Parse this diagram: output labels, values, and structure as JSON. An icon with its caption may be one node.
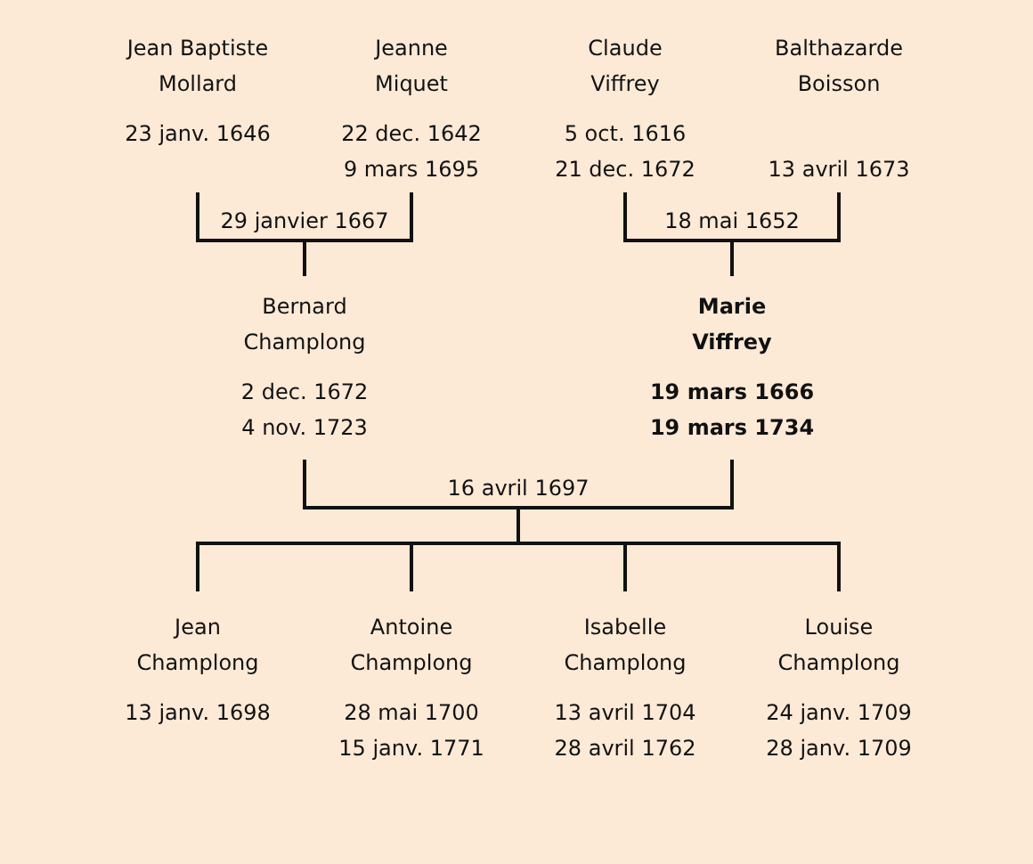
{
  "diagram": {
    "nodes": [
      {
        "text": [
          "Jean Baptiste Mollard",
          "23 janv. 1646"
        ]
      },
      {
        "text": [
          "Jeanne Miquet",
          "22 dec. 1642",
          "9 mars 1695"
        ]
      },
      {
        "text": [
          "Claude Viffrey",
          "5 oct. 1616",
          "21 dec. 1672"
        ]
      },
      {
        "text": [
          "Balthazarde Boisson",
          "13 avril 1673"
        ]
      },
      {
        "text": [
          "Bernard Champlong",
          "2 dec. 1672",
          "4 nov. 1723"
        ]
      },
      {
        "text": [
          "Marie Viffrey",
          "19 mars 1666",
          "19 mars 1734"
        ]
      },
      {
        "text": [
          "Jean Champlong",
          "13 janv. 1698"
        ]
      },
      {
        "text": [
          "Antoine Champlong",
          "28 mai 1700",
          "15 janv. 1771"
        ]
      },
      {
        "text": [
          "Isabelle Champlong",
          "13 avril 1704",
          "28 avril 1762"
        ]
      },
      {
        "text": [
          "Louise Champlong",
          "24 janv. 1709",
          "28 janv. 1709"
        ]
      }
    ],
    "edges": [
      {
        "from": 0,
        "to": 4,
        "arrow": "none",
        "label": "29 janvier 1667"
      },
      {
        "from": 1,
        "to": 4,
        "arrow": "none"
      },
      {
        "from": 2,
        "to": 5,
        "arrow": "none",
        "label": "18 mai 1652"
      },
      {
        "from": 3,
        "to": 5,
        "arrow": "none"
      },
      {
        "from": 4,
        "to": 6,
        "arrow": "none",
        "label": "16 avril 1697"
      },
      {
        "from": 5,
        "to": 6,
        "arrow": "none"
      },
      {
        "from": 4,
        "to": 7,
        "arrow": "none"
      },
      {
        "from": 5,
        "to": 7,
        "arrow": "none"
      },
      {
        "from": 4,
        "to": 8,
        "arrow": "none"
      },
      {
        "from": 5,
        "to": 8,
        "arrow": "none"
      },
      {
        "from": 4,
        "to": 9,
        "arrow": "none"
      },
      {
        "from": 5,
        "to": 9,
        "arrow": "none"
      }
    ]
  }
}
